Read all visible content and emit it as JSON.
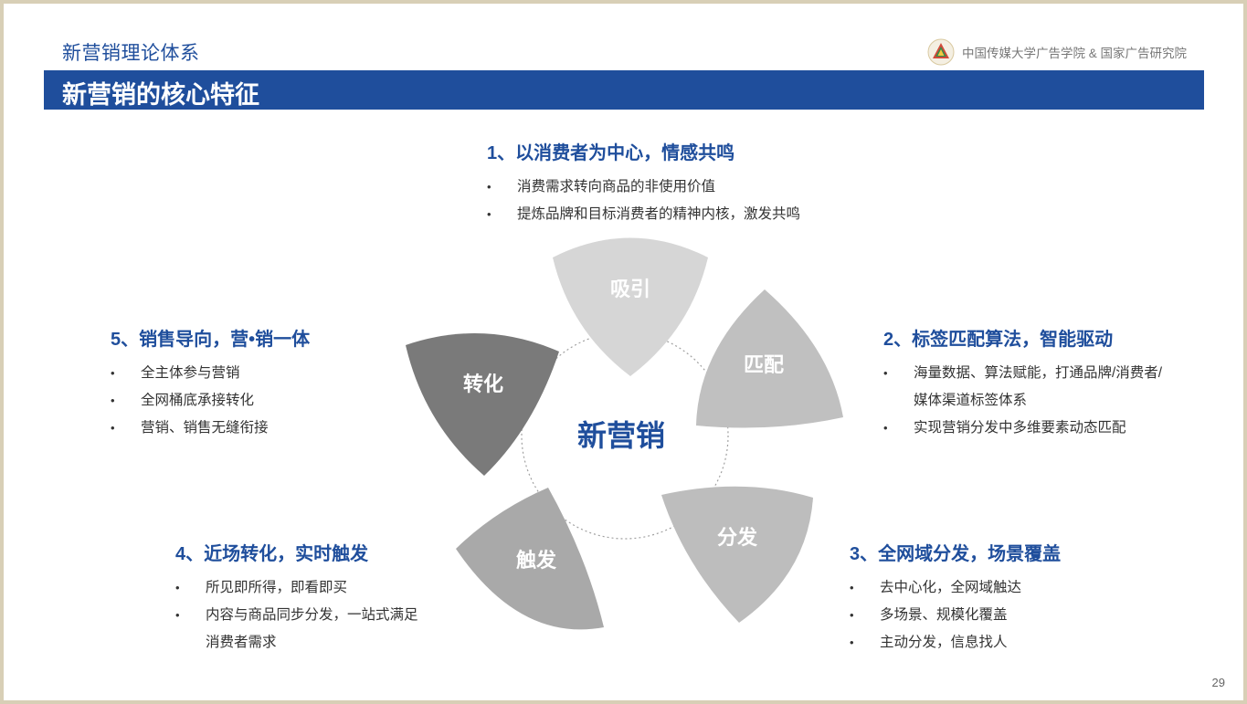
{
  "header": {
    "subtitle": "新营销理论体系",
    "org": "中国传媒大学广告学院 & 国家广告研究院"
  },
  "title": "新营销的核心特征",
  "center_label": "新营销",
  "petals": [
    {
      "label": "吸引",
      "color": "#d6d6d6"
    },
    {
      "label": "匹配",
      "color": "#c0c0c0"
    },
    {
      "label": "分发",
      "color": "#bdbdbd"
    },
    {
      "label": "触发",
      "color": "#a9a9a9"
    },
    {
      "label": "转化",
      "color": "#7a7a7a"
    }
  ],
  "sections": {
    "s1": {
      "heading": "1、以消费者为中心，情感共鸣",
      "items": [
        "消费需求转向商品的非使用价值",
        "提炼品牌和目标消费者的精神内核，激发共鸣"
      ]
    },
    "s2": {
      "heading": "2、标签匹配算法，智能驱动",
      "items": [
        "海量数据、算法赋能，打通品牌/消费者/媒体渠道标签体系",
        "实现营销分发中多维要素动态匹配"
      ]
    },
    "s3": {
      "heading": "3、全网域分发，场景覆盖",
      "items": [
        "去中心化，全网域触达",
        "多场景、规模化覆盖",
        "主动分发，信息找人"
      ]
    },
    "s4": {
      "heading": "4、近场转化，实时触发",
      "items": [
        "所见即所得，即看即买",
        "内容与商品同步分发，一站式满足消费者需求"
      ]
    },
    "s5": {
      "heading": "5、销售导向，营•销一体",
      "items": [
        "全主体参与营销",
        "全网桶底承接转化",
        "营销、销售无缝衔接"
      ]
    }
  },
  "page_number": "29"
}
